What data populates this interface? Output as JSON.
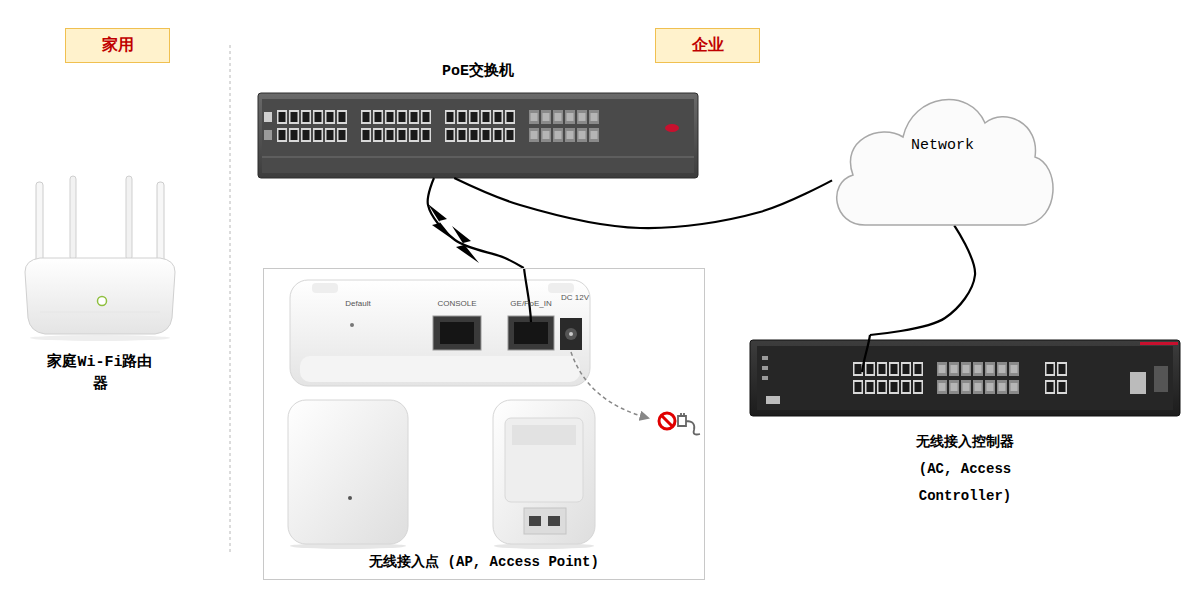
{
  "diagram": {
    "nodes": [
      {
        "text": [
          "家用"
        ]
      },
      {
        "text": [
          "企业"
        ]
      },
      {
        "text": [
          "PoE交换机"
        ]
      },
      {
        "text": [
          "Network"
        ]
      },
      {
        "text": [
          "家庭Wi-Fi路由器"
        ]
      },
      {
        "text": [
          "无线接入点 (AP, Access Point)"
        ]
      },
      {
        "text": [
          "无线接入控制器 (AC, Access Controller)"
        ]
      }
    ],
    "edges": [
      {
        "from": 2,
        "to": 3,
        "arrow": "none"
      },
      {
        "from": 3,
        "to": 6,
        "arrow": "none"
      },
      {
        "from": 2,
        "to": 5,
        "arrow": "none"
      }
    ],
    "labels": [
      "Default",
      "CONSOLE",
      "GE/PoE_IN",
      "DC 12V"
    ]
  }
}
